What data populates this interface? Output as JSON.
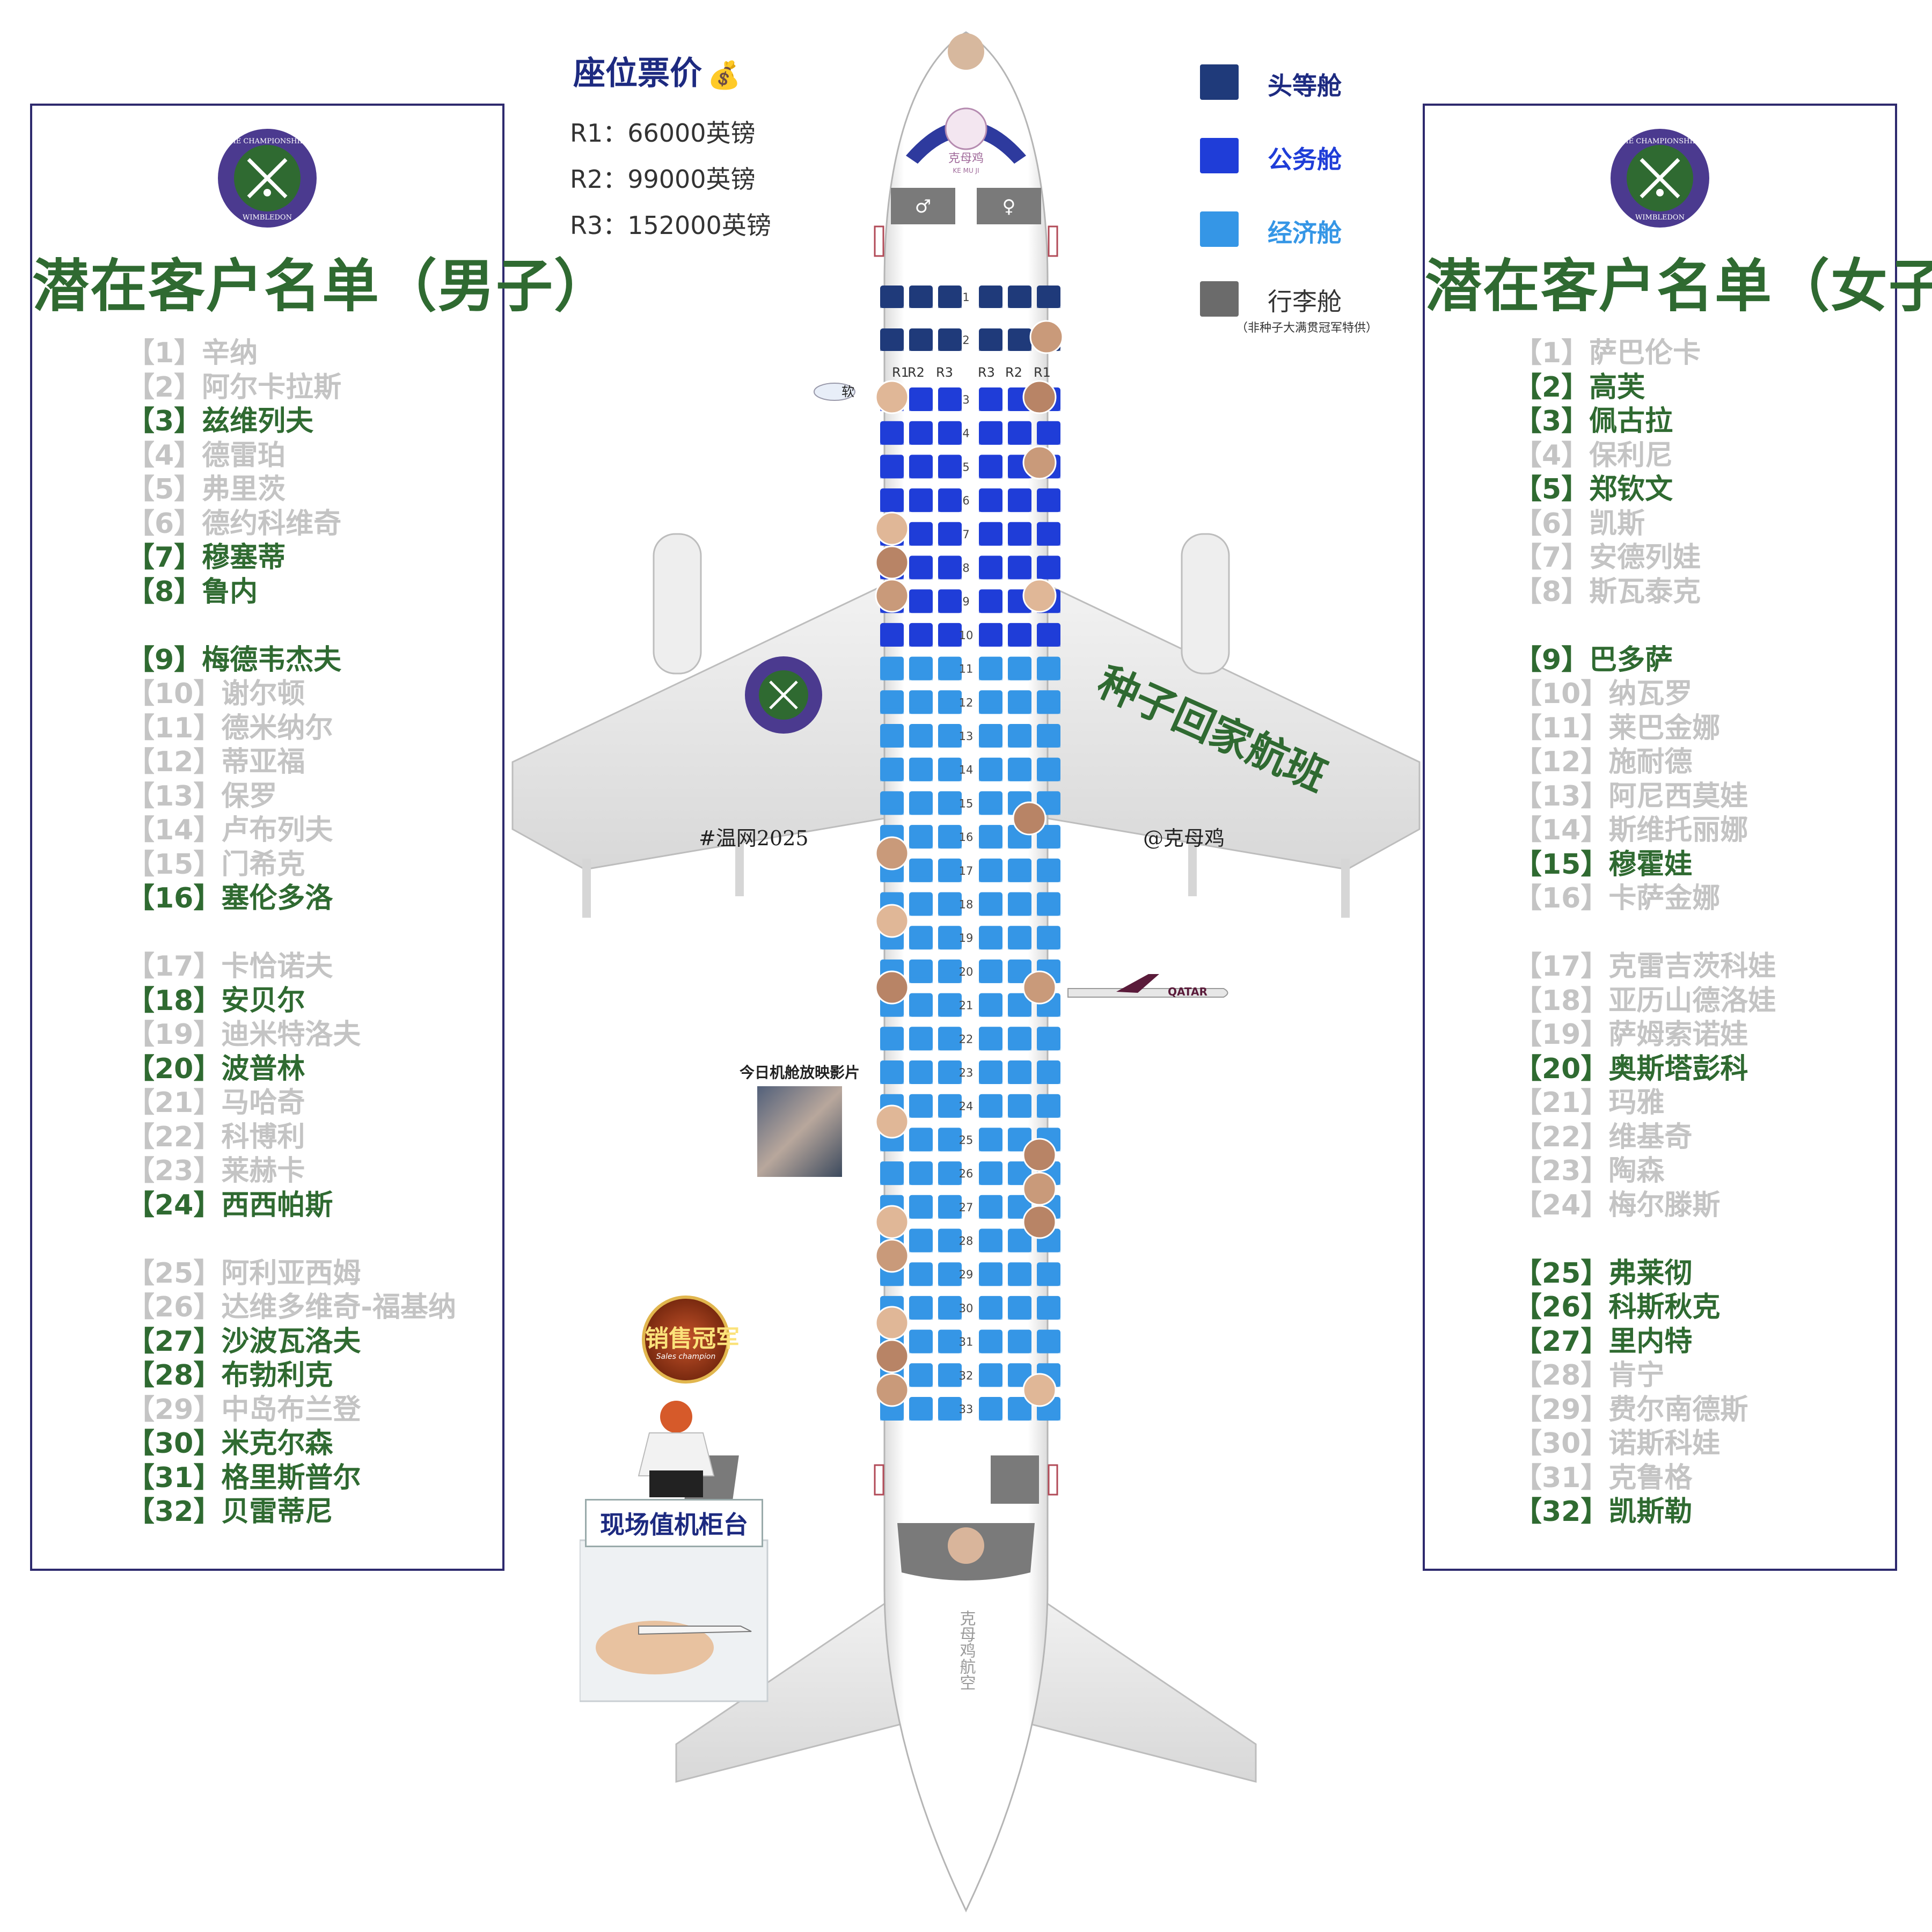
{
  "price_table": {
    "title": "座位票价",
    "icon": "money-bag-icon",
    "items": [
      "R1：66000英镑",
      "R2：99000英镑",
      "R3：152000英镑"
    ]
  },
  "legend": {
    "items": [
      {
        "label": "头等舱",
        "color": "#1f3a7a"
      },
      {
        "label": "公务舱",
        "color": "#1f3dd8"
      },
      {
        "label": "经济舱",
        "color": "#3596e6"
      },
      {
        "label": "行李舱",
        "color": "#6b6b6b"
      }
    ],
    "note": "（非种子大满贯冠军特供）"
  },
  "left_panel": {
    "title": "潜在客户名单（男子）",
    "items": [
      {
        "text": "【1】辛纳",
        "hl": false
      },
      {
        "text": "【2】阿尔卡拉斯",
        "hl": false
      },
      {
        "text": "【3】兹维列夫",
        "hl": true
      },
      {
        "text": "【4】德雷珀",
        "hl": false
      },
      {
        "text": "【5】弗里茨",
        "hl": false
      },
      {
        "text": "【6】德约科维奇",
        "hl": false
      },
      {
        "text": "【7】穆塞蒂",
        "hl": true
      },
      {
        "text": "【8】鲁内",
        "hl": true
      },
      {
        "text": "【9】梅德韦杰夫",
        "hl": true
      },
      {
        "text": "【10】谢尔顿",
        "hl": false
      },
      {
        "text": "【11】德米纳尔",
        "hl": false
      },
      {
        "text": "【12】蒂亚福",
        "hl": false
      },
      {
        "text": "【13】保罗",
        "hl": false
      },
      {
        "text": "【14】卢布列夫",
        "hl": false
      },
      {
        "text": "【15】门希克",
        "hl": false
      },
      {
        "text": "【16】塞伦多洛",
        "hl": true
      },
      {
        "text": "【17】卡恰诺夫",
        "hl": false
      },
      {
        "text": "【18】安贝尔",
        "hl": true
      },
      {
        "text": "【19】迪米特洛夫",
        "hl": false
      },
      {
        "text": "【20】波普林",
        "hl": true
      },
      {
        "text": "【21】马哈奇",
        "hl": false
      },
      {
        "text": "【22】科博利",
        "hl": false
      },
      {
        "text": "【23】莱赫卡",
        "hl": false
      },
      {
        "text": "【24】西西帕斯",
        "hl": true
      },
      {
        "text": "【25】阿利亚西姆",
        "hl": false
      },
      {
        "text": "【26】达维多维奇-福基纳",
        "hl": false
      },
      {
        "text": "【27】沙波瓦洛夫",
        "hl": true
      },
      {
        "text": "【28】布勃利克",
        "hl": true
      },
      {
        "text": "【29】中岛布兰登",
        "hl": false
      },
      {
        "text": "【30】米克尔森",
        "hl": true
      },
      {
        "text": "【31】格里斯普尔",
        "hl": true
      },
      {
        "text": "【32】贝雷蒂尼",
        "hl": true
      }
    ]
  },
  "right_panel": {
    "title": "潜在客户名单（女子）",
    "items": [
      {
        "text": "【1】萨巴伦卡",
        "hl": false
      },
      {
        "text": "【2】高芙",
        "hl": true
      },
      {
        "text": "【3】佩古拉",
        "hl": true
      },
      {
        "text": "【4】保利尼",
        "hl": false
      },
      {
        "text": "【5】郑钦文",
        "hl": true
      },
      {
        "text": "【6】凯斯",
        "hl": false
      },
      {
        "text": "【7】安德列娃",
        "hl": false
      },
      {
        "text": "【8】斯瓦泰克",
        "hl": false
      },
      {
        "text": "【9】巴多萨",
        "hl": true
      },
      {
        "text": "【10】纳瓦罗",
        "hl": false
      },
      {
        "text": "【11】莱巴金娜",
        "hl": false
      },
      {
        "text": "【12】施耐德",
        "hl": false
      },
      {
        "text": "【13】阿尼西莫娃",
        "hl": false
      },
      {
        "text": "【14】斯维托丽娜",
        "hl": false
      },
      {
        "text": "【15】穆霍娃",
        "hl": true
      },
      {
        "text": "【16】卡萨金娜",
        "hl": false
      },
      {
        "text": "【17】克雷吉茨科娃",
        "hl": false
      },
      {
        "text": "【18】亚历山德洛娃",
        "hl": false
      },
      {
        "text": "【19】萨姆索诺娃",
        "hl": false
      },
      {
        "text": "【20】奥斯塔彭科",
        "hl": true
      },
      {
        "text": "【21】玛雅",
        "hl": false
      },
      {
        "text": "【22】维基奇",
        "hl": false
      },
      {
        "text": "【23】陶森",
        "hl": false
      },
      {
        "text": "【24】梅尔滕斯",
        "hl": false
      },
      {
        "text": "【25】弗莱彻",
        "hl": true
      },
      {
        "text": "【26】科斯秋克",
        "hl": true
      },
      {
        "text": "【27】里内特",
        "hl": true
      },
      {
        "text": "【28】肯宁",
        "hl": false
      },
      {
        "text": "【29】费尔南德斯",
        "hl": false
      },
      {
        "text": "【30】诺斯科娃",
        "hl": false
      },
      {
        "text": "【31】克鲁格",
        "hl": false
      },
      {
        "text": "【32】凯斯勒",
        "hl": true
      }
    ]
  },
  "logo": {
    "top": "THE CHAMPIONSHIPS",
    "bottom": "WIMBLEDON"
  },
  "plane": {
    "nose_logo_text": "克母鸡",
    "nose_logo_sub": "KE MU JI",
    "male_icon": "♂",
    "female_icon": "♀",
    "col_labels_left": [
      "R1",
      "R2",
      "R3"
    ],
    "col_labels_right": [
      "R3",
      "R2",
      "R1"
    ],
    "rows": [
      "1",
      "2",
      "3",
      "4",
      "5",
      "6",
      "7",
      "8",
      "9",
      "10",
      "11",
      "12",
      "13",
      "14",
      "15",
      "16",
      "17",
      "18",
      "19",
      "20",
      "21",
      "22",
      "23",
      "24",
      "25",
      "26",
      "27",
      "28",
      "29",
      "30",
      "31",
      "32",
      "33"
    ],
    "wing_slogan": "种子回家航班",
    "hashtag": "#温网2025",
    "handle": "@克母鸡",
    "tail_text": "克母鸡航空",
    "jet_text": "QATAR",
    "can_label": "软"
  },
  "movie": {
    "title": "今日机舱放映影片"
  },
  "badge": {
    "title": "销售冠军",
    "sub": "Sales champion"
  },
  "counter": {
    "label": "现场值机柜台"
  }
}
